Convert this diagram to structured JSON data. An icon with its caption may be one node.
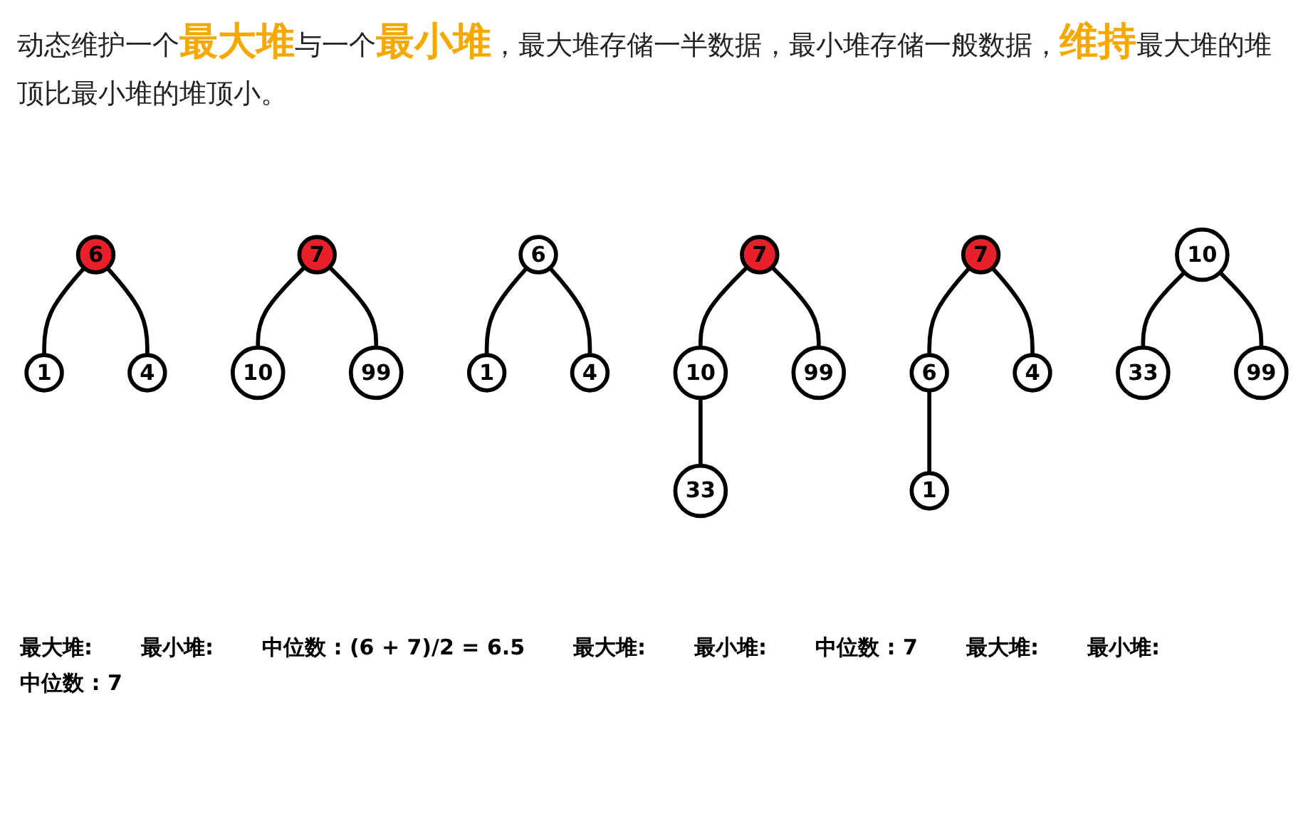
{
  "diagram": {
    "title": "动态维护一个**最大堆**与一个**最小堆**，最大堆存储一半数据，最小堆存储一般数据，**维持**最大堆的堆顶比最小堆的堆顶小。",
    "nodes": [
      {
        "text": [
          "6"
        ]
      },
      {
        "text": [
          "1"
        ]
      },
      {
        "text": [
          "4"
        ]
      },
      {
        "text": [
          "7"
        ]
      },
      {
        "text": [
          "10"
        ]
      },
      {
        "text": [
          "99"
        ]
      },
      {
        "text": [
          "6"
        ]
      },
      {
        "text": [
          "1"
        ]
      },
      {
        "text": [
          "4"
        ]
      },
      {
        "text": [
          "7"
        ]
      },
      {
        "text": [
          "10"
        ]
      },
      {
        "text": [
          "99"
        ]
      },
      {
        "text": [
          "33"
        ]
      },
      {
        "text": [
          "7"
        ]
      },
      {
        "text": [
          "6"
        ]
      },
      {
        "text": [
          "4"
        ]
      },
      {
        "text": [
          "1"
        ]
      },
      {
        "text": [
          "10"
        ]
      },
      {
        "text": [
          "33"
        ]
      },
      {
        "text": [
          "99"
        ]
      }
    ],
    "edges": [
      {
        "from": 0,
        "to": 1,
        "arrow": "none"
      },
      {
        "from": 0,
        "to": 2,
        "arrow": "none"
      },
      {
        "from": 3,
        "to": 4,
        "arrow": "none"
      },
      {
        "from": 3,
        "to": 5,
        "arrow": "none"
      },
      {
        "from": 6,
        "to": 7,
        "arrow": "none"
      },
      {
        "from": 6,
        "to": 8,
        "arrow": "none"
      },
      {
        "from": 9,
        "to": 10,
        "arrow": "none"
      },
      {
        "from": 9,
        "to": 11,
        "arrow": "none"
      },
      {
        "from": 10,
        "to": 12,
        "arrow": "none"
      },
      {
        "from": 13,
        "to": 14,
        "arrow": "none"
      },
      {
        "from": 13,
        "to": 15,
        "arrow": "none"
      },
      {
        "from": 14,
        "to": 16,
        "arrow": "none"
      },
      {
        "from": 17,
        "to": 18,
        "arrow": "none"
      },
      {
        "from": 17,
        "to": 19,
        "arrow": "none"
      }
    ],
    "labels": [
      "最大堆:",
      "最小堆:",
      "中位数 : (6 + 7)/2 = 6.5",
      "最大堆:",
      "最小堆:",
      "中位数 : 7",
      "最大堆:",
      "最小堆:",
      "中位数 : 7"
    ]
  }
}
